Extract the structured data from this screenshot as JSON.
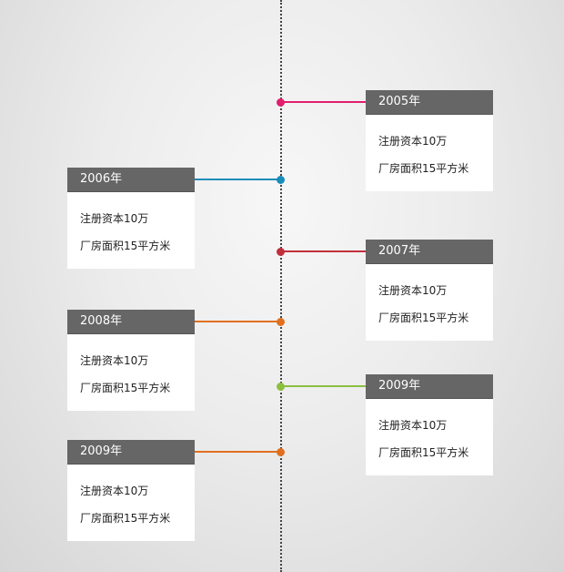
{
  "timeline": [
    {
      "year": "2005年",
      "line1": "注册资本10万",
      "line2": "厂房面积15平方米",
      "color": "#e0206e",
      "side": "right"
    },
    {
      "year": "2006年",
      "line1": "注册资本10万",
      "line2": "厂房面积15平方米",
      "color": "#1a8db8",
      "side": "left"
    },
    {
      "year": "2007年",
      "line1": "注册资本10万",
      "line2": "厂房面积15平方米",
      "color": "#c0303c",
      "side": "right"
    },
    {
      "year": "2008年",
      "line1": "注册资本10万",
      "line2": "厂房面积15平方米",
      "color": "#e07020",
      "side": "left"
    },
    {
      "year": "2009年",
      "line1": "注册资本10万",
      "line2": "厂房面积15平方米",
      "color": "#8cc040",
      "side": "right"
    },
    {
      "year": "2009年",
      "line1": "注册资本10万",
      "line2": "厂房面积15平方米",
      "color": "#e07020",
      "side": "left"
    }
  ]
}
